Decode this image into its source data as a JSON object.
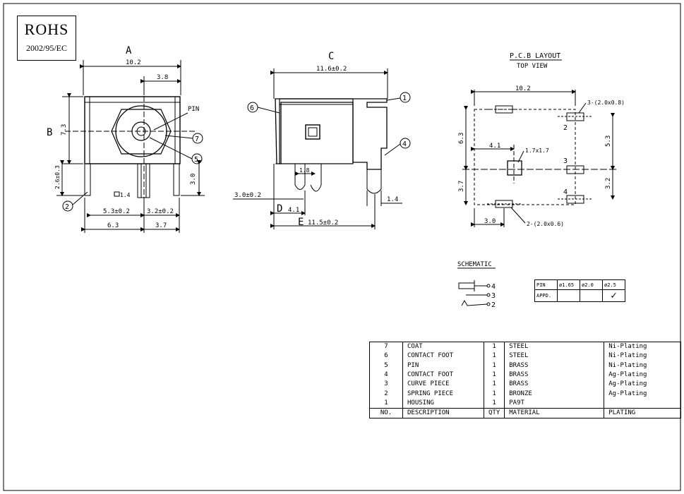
{
  "rohs": {
    "title": "ROHS",
    "subtitle": "2002/95/EC"
  },
  "views": {
    "a": {
      "label": "A",
      "dim_width": "10.2",
      "dim_pin_offset": "3.8",
      "pin_label": "PIN",
      "dim_height": "7.3",
      "dim_lead": "2.6±0.3",
      "dim_bottom_3": "3.0",
      "dim_pin_w": "1.4",
      "dim_left": "5.3±0.2",
      "dim_right": "3.2±0.2",
      "dim_total_left": "6.3",
      "dim_total_right": "3.7"
    },
    "b_label": "B",
    "c": {
      "label": "C",
      "dim_width": "11.6±0.2",
      "dim_pin": "1.8",
      "dim_height": "3.0±0.2",
      "dim_d": "4.1",
      "dim_e": "11.5±0.2",
      "dim_foot": "1.4"
    },
    "d_label": "D",
    "e_label": "E"
  },
  "callouts": [
    "1",
    "2",
    "4",
    "5",
    "6",
    "7"
  ],
  "pcb": {
    "title": "P.C.B LAYOUT",
    "subtitle": "TOP VIEW",
    "dim_width": "10.2",
    "pad_3x": "3-(2.0x0.8)",
    "pad_2x": "2-(2.0x0.6)",
    "hole": "1.7x1.7",
    "dim_41": "4.1",
    "dim_63": "6.3",
    "dim_37": "3.7",
    "dim_30": "3.0",
    "dim_53": "5.3",
    "dim_32": "3.2",
    "pin2": "2",
    "pin3": "3",
    "pin4": "4"
  },
  "schematic": {
    "title": "SCHEMATIC",
    "pins": [
      "4",
      "3",
      "2"
    ]
  },
  "appd_table": {
    "row1": [
      "PIN",
      "ø1.65",
      "ø2.0",
      "ø2.5"
    ],
    "row2": [
      "APPD.",
      "",
      "",
      "✓"
    ]
  },
  "bom": {
    "rows": [
      {
        "no": "7",
        "desc": "COAT",
        "qty": "1",
        "material": "STEEL",
        "plating": "Ni-Plating"
      },
      {
        "no": "6",
        "desc": "CONTACT FOOT",
        "qty": "1",
        "material": "STEEL",
        "plating": "Ni-Plating"
      },
      {
        "no": "5",
        "desc": "PIN",
        "qty": "1",
        "material": "BRASS",
        "plating": "Ni-Plating"
      },
      {
        "no": "4",
        "desc": "CONTACT FOOT",
        "qty": "1",
        "material": "BRASS",
        "plating": "Ag-Plating"
      },
      {
        "no": "3",
        "desc": "CURVE PIECE",
        "qty": "1",
        "material": "BRASS",
        "plating": "Ag-Plating"
      },
      {
        "no": "2",
        "desc": "SPRING PIECE",
        "qty": "1",
        "material": "BRONZE",
        "plating": "Ag-Plating"
      },
      {
        "no": "1",
        "desc": "HOUSING",
        "qty": "1",
        "material": "PA9T",
        "plating": ""
      }
    ],
    "header": {
      "no": "NO.",
      "desc": "DESCRIPTION",
      "qty": "QTY",
      "material": "MATERIAL",
      "plating": "PLATING"
    }
  }
}
